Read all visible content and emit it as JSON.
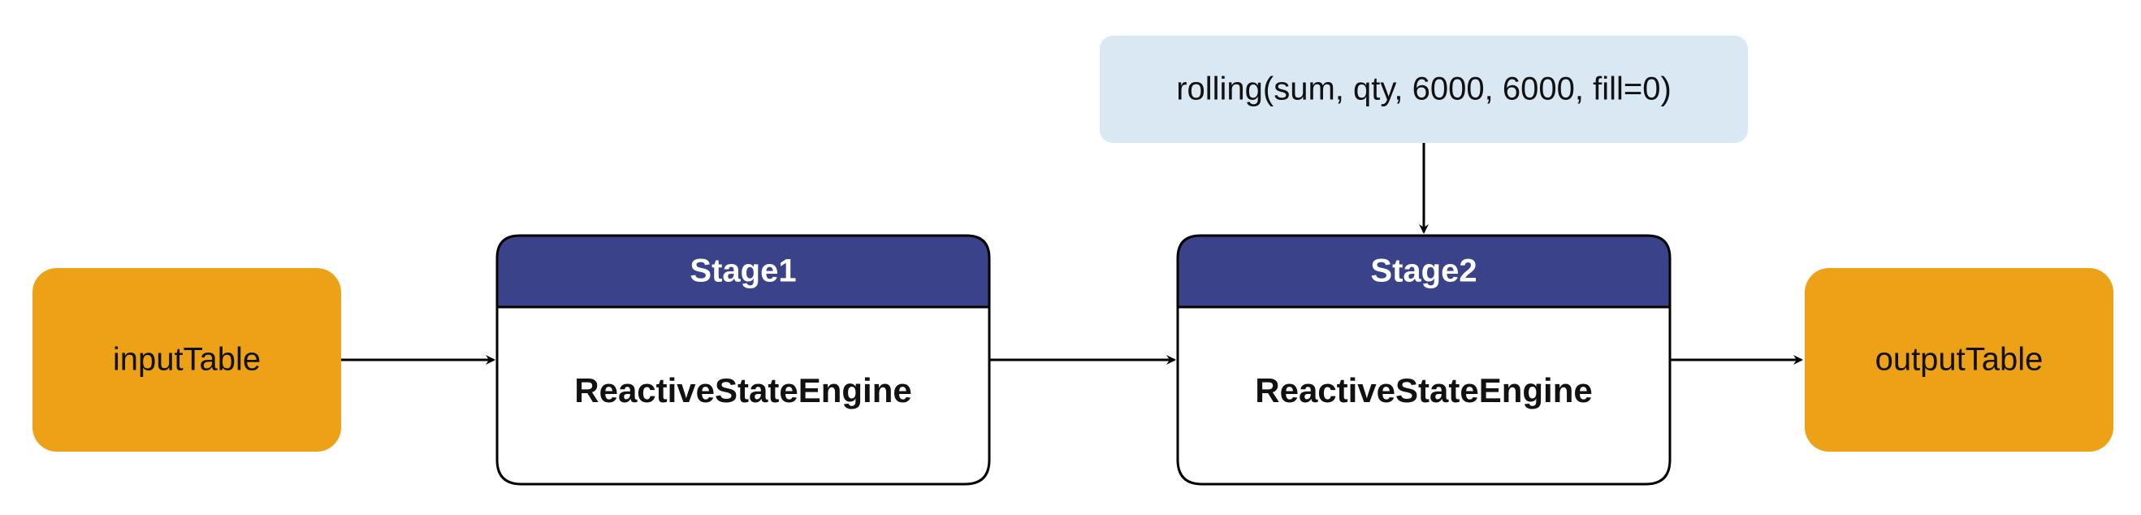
{
  "diagram": {
    "input_node": {
      "label": "inputTable"
    },
    "stage1": {
      "title": "Stage1",
      "body": "ReactiveStateEngine"
    },
    "stage2": {
      "title": "Stage2",
      "body": "ReactiveStateEngine"
    },
    "output_node": {
      "label": "outputTable"
    },
    "rolling_note": {
      "label": "rolling(sum, qty, 6000, 6000, fill=0)"
    }
  },
  "colors": {
    "io_node_fill": "#EDA117",
    "stage_header_fill": "#3A428A",
    "stage_body_fill": "#FFFFFF",
    "note_fill": "#DAE8F3",
    "stroke": "#000000",
    "header_text": "#FFFFFF",
    "text": "#111111"
  }
}
